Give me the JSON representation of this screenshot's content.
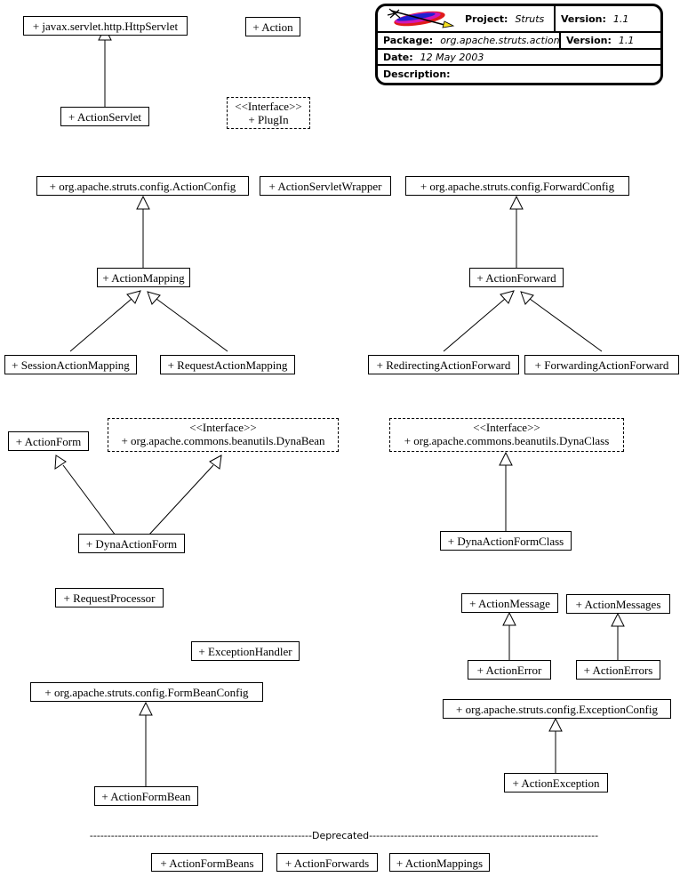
{
  "title_block": {
    "logo": "struts-arrow-logo",
    "project_label": "Project:",
    "project_value": "Struts",
    "version_label": "Version:",
    "version_value": "1.1",
    "package_label": "Package:",
    "package_value": "org.apache.struts.action",
    "package_version_label": "Version:",
    "package_version_value": "1.1",
    "date_label": "Date:",
    "date_value": "12 May 2003",
    "description_label": "Description:",
    "description_value": ""
  },
  "deprecated_divider": "---------------------------------------------------------------Deprecated-----------------------------------------------------------------",
  "classes": {
    "http_servlet": "+ javax.servlet.http.HttpServlet",
    "action": "+ Action",
    "action_servlet": "+ ActionServlet",
    "plugin_stereotype": "<<Interface>>",
    "plugin": "+ PlugIn",
    "action_config": "+ org.apache.struts.config.ActionConfig",
    "action_servlet_wrapper": "+ ActionServletWrapper",
    "forward_config": "+ org.apache.struts.config.ForwardConfig",
    "action_mapping": "+ ActionMapping",
    "action_forward": "+ ActionForward",
    "session_action_mapping": "+ SessionActionMapping",
    "request_action_mapping": "+ RequestActionMapping",
    "redirecting_action_forward": "+ RedirectingActionForward",
    "forwarding_action_forward": "+ ForwardingActionForward",
    "action_form": "+ ActionForm",
    "dynabean_stereotype": "<<Interface>>",
    "dynabean": "+ org.apache.commons.beanutils.DynaBean",
    "dynaclass_stereotype": "<<Interface>>",
    "dynaclass": "+ org.apache.commons.beanutils.DynaClass",
    "dyna_action_form": "+ DynaActionForm",
    "dyna_action_form_class": "+ DynaActionFormClass",
    "request_processor": "+ RequestProcessor",
    "exception_handler": "+ ExceptionHandler",
    "form_bean_config": "+ org.apache.struts.config.FormBeanConfig",
    "action_form_bean": "+ ActionFormBean",
    "action_message": "+ ActionMessage",
    "action_messages": "+ ActionMessages",
    "action_error": "+ ActionError",
    "action_errors": "+ ActionErrors",
    "exception_config": "+ org.apache.struts.config.ExceptionConfig",
    "action_exception": "+ ActionException",
    "action_form_beans": "+ ActionFormBeans",
    "action_forwards": "+ ActionForwards",
    "action_mappings": "+ ActionMappings"
  },
  "colors": {
    "line": "#000000",
    "background": "#ffffff",
    "logo_red": "#e01b1b",
    "logo_magenta": "#d018b8",
    "logo_blue": "#2020d0",
    "logo_yellow": "#f5e020"
  }
}
